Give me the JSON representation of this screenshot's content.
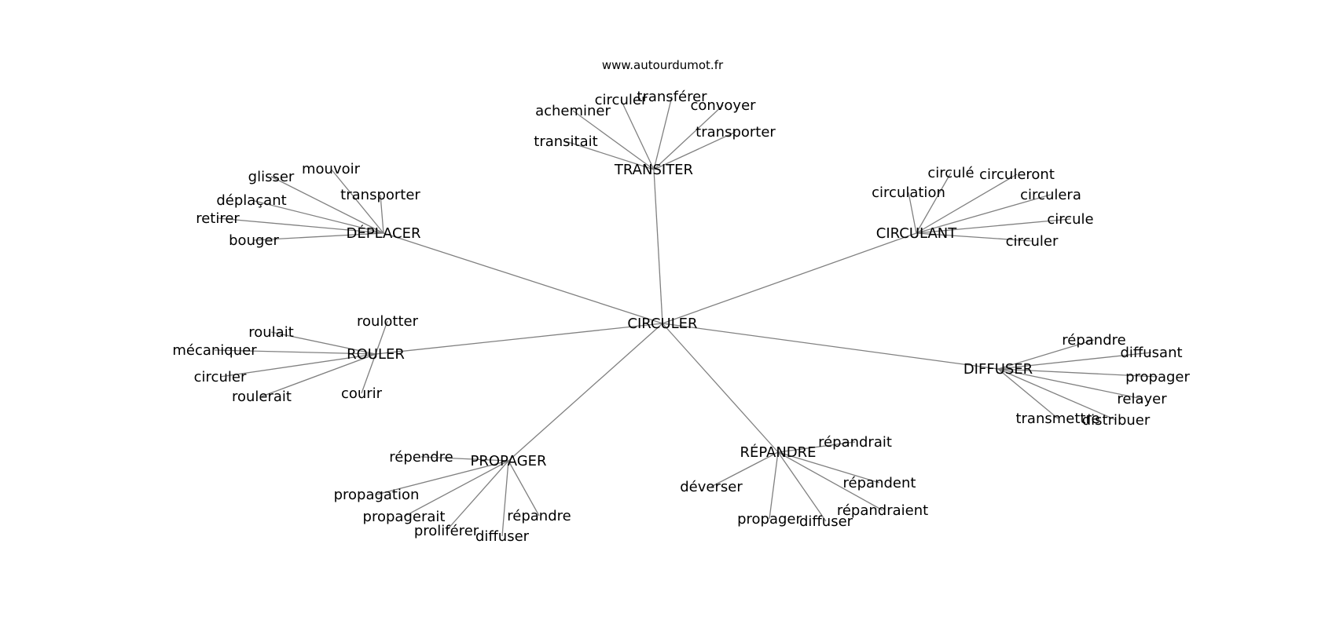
{
  "source": "www.autourdumot.fr",
  "colors": {
    "edge": "#808080",
    "text": "#000000",
    "background": "#ffffff"
  },
  "center": "CIRCULER",
  "clusters": [
    {
      "hub": "TRANSITER",
      "leaves": [
        "acheminer",
        "circuler",
        "transférer",
        "convoyer",
        "transitait",
        "transporter"
      ]
    },
    {
      "hub": "DÉPLACER",
      "leaves": [
        "glisser",
        "mouvoir",
        "transporter",
        "déplaçant",
        "retirer",
        "bouger"
      ]
    },
    {
      "hub": "CIRCULANT",
      "leaves": [
        "circulé",
        "circuleront",
        "circulation",
        "circulera",
        "circule",
        "circuler"
      ]
    },
    {
      "hub": "ROULER",
      "leaves": [
        "roulotter",
        "roulait",
        "mécaniquer",
        "circuler",
        "roulerait",
        "courir"
      ]
    },
    {
      "hub": "DIFFUSER",
      "leaves": [
        "répandre",
        "diffusant",
        "propager",
        "relayer",
        "transmettre",
        "distribuer"
      ]
    },
    {
      "hub": "PROPAGER",
      "leaves": [
        "répendre",
        "propagation",
        "propagerait",
        "proliférer",
        "diffuser",
        "répandre"
      ]
    },
    {
      "hub": "RÉPANDRE",
      "leaves": [
        "répandrait",
        "déverser",
        "répandent",
        "répandraient",
        "propager",
        "diffuser"
      ]
    }
  ]
}
